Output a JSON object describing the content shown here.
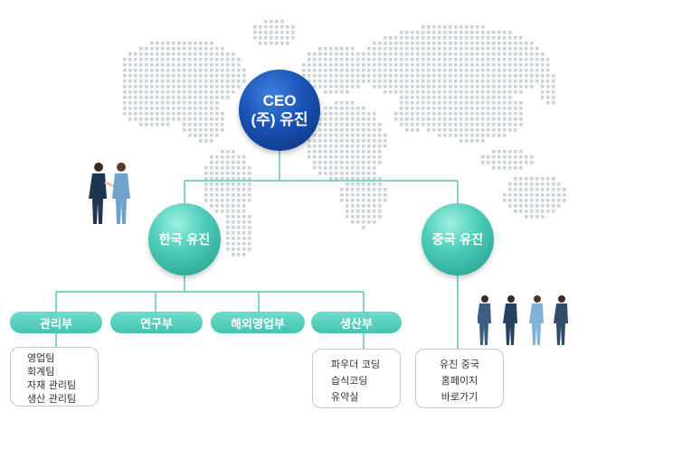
{
  "ceo": {
    "line1": "CEO",
    "line2": "(주) 유진"
  },
  "branches": {
    "korea": "한국 유진",
    "china": "중국 유진"
  },
  "departments": [
    "관리부",
    "연구부",
    "해외영업부",
    "생산부"
  ],
  "admin_teams": [
    "영업팀",
    "회계팀",
    "자재 관리팀",
    "생산 관리팀"
  ],
  "production_teams": [
    "파우더 코딩",
    "습식코딩",
    "유약실"
  ],
  "china_links": [
    "유진 중국",
    "홈페이지",
    "바로가기"
  ],
  "colors": {
    "ceo": "#1a52b4",
    "branch": "#4ecdb9",
    "dept": "#5fd3c1",
    "line": "#5cc7b6",
    "map": "#c9d3d8"
  },
  "icons": {
    "handshake": "business-handshake-icon",
    "group": "business-people-icon"
  }
}
